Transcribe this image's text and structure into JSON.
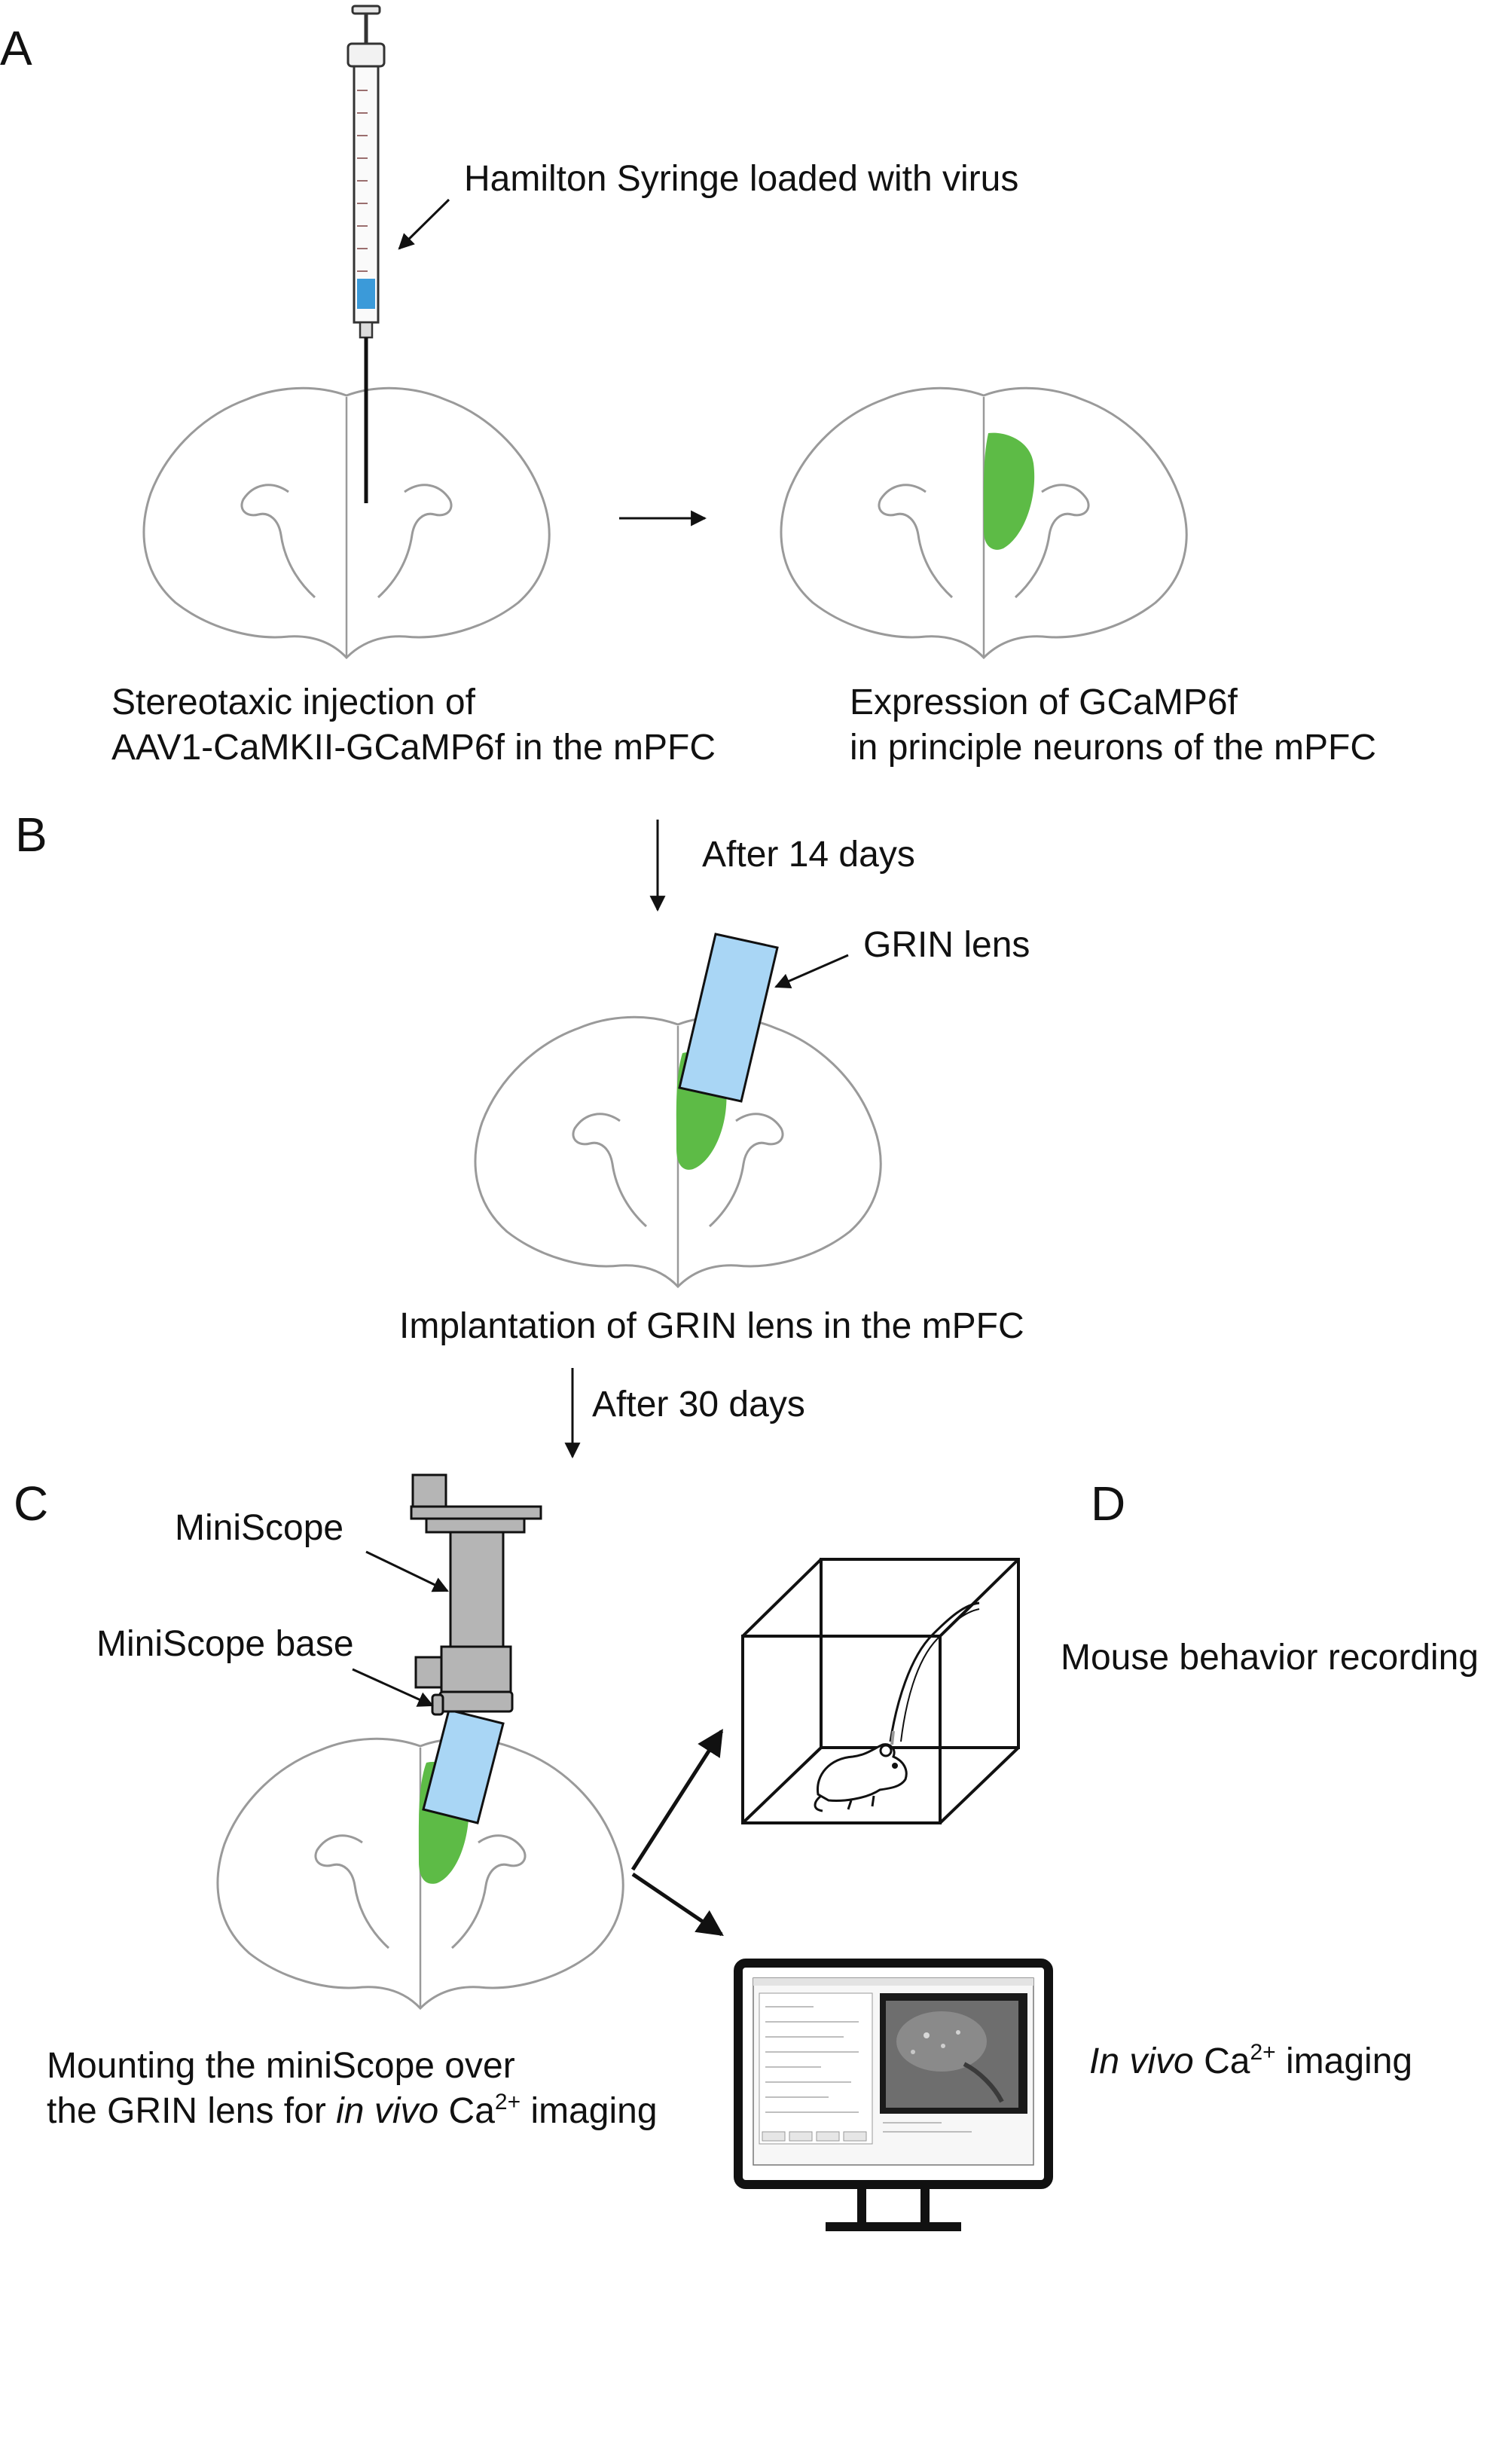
{
  "panels": {
    "a": "A",
    "b": "B",
    "c": "C",
    "d": "D"
  },
  "labels": {
    "syringe": "Hamilton Syringe loaded with virus",
    "injection_line1": "Stereotaxic injection of",
    "injection_line2": "AAV1-CaMKII-GCaMP6f in the mPFC",
    "expression_line1": "Expression of GCaMP6f",
    "expression_line2": "in principle neurons of the mPFC",
    "after14": "After 14 days",
    "grin": "GRIN lens",
    "implantation": "Implantation of GRIN lens in the mPFC",
    "after30": "After 30 days",
    "miniscope": "MiniScope",
    "miniscope_base": "MiniScope base",
    "behavior": "Mouse behavior recording",
    "imaging_italic": "In vivo",
    "imaging_ca": " Ca",
    "imaging_sup": "2+",
    "imaging_rest": " imaging",
    "mounting_line1": "Mounting the miniScope over",
    "mounting_line2_pre": "the GRIN lens for ",
    "mounting_line2_italic": "in vivo",
    "mounting_line2_ca": " Ca",
    "mounting_line2_sup": "2+",
    "mounting_line2_rest": " imaging"
  },
  "colors": {
    "gcamp_green": "#5dbb46",
    "grin_blue": "#a9d6f5",
    "miniscope_gray": "#b5b5b5",
    "brain_outline": "#9a9a9a"
  },
  "icons": {
    "syringe": "syringe-icon",
    "brain": "brain-section-icon",
    "miniscope": "miniscope-icon",
    "mouse": "mouse-icon",
    "monitor": "monitor-icon"
  }
}
